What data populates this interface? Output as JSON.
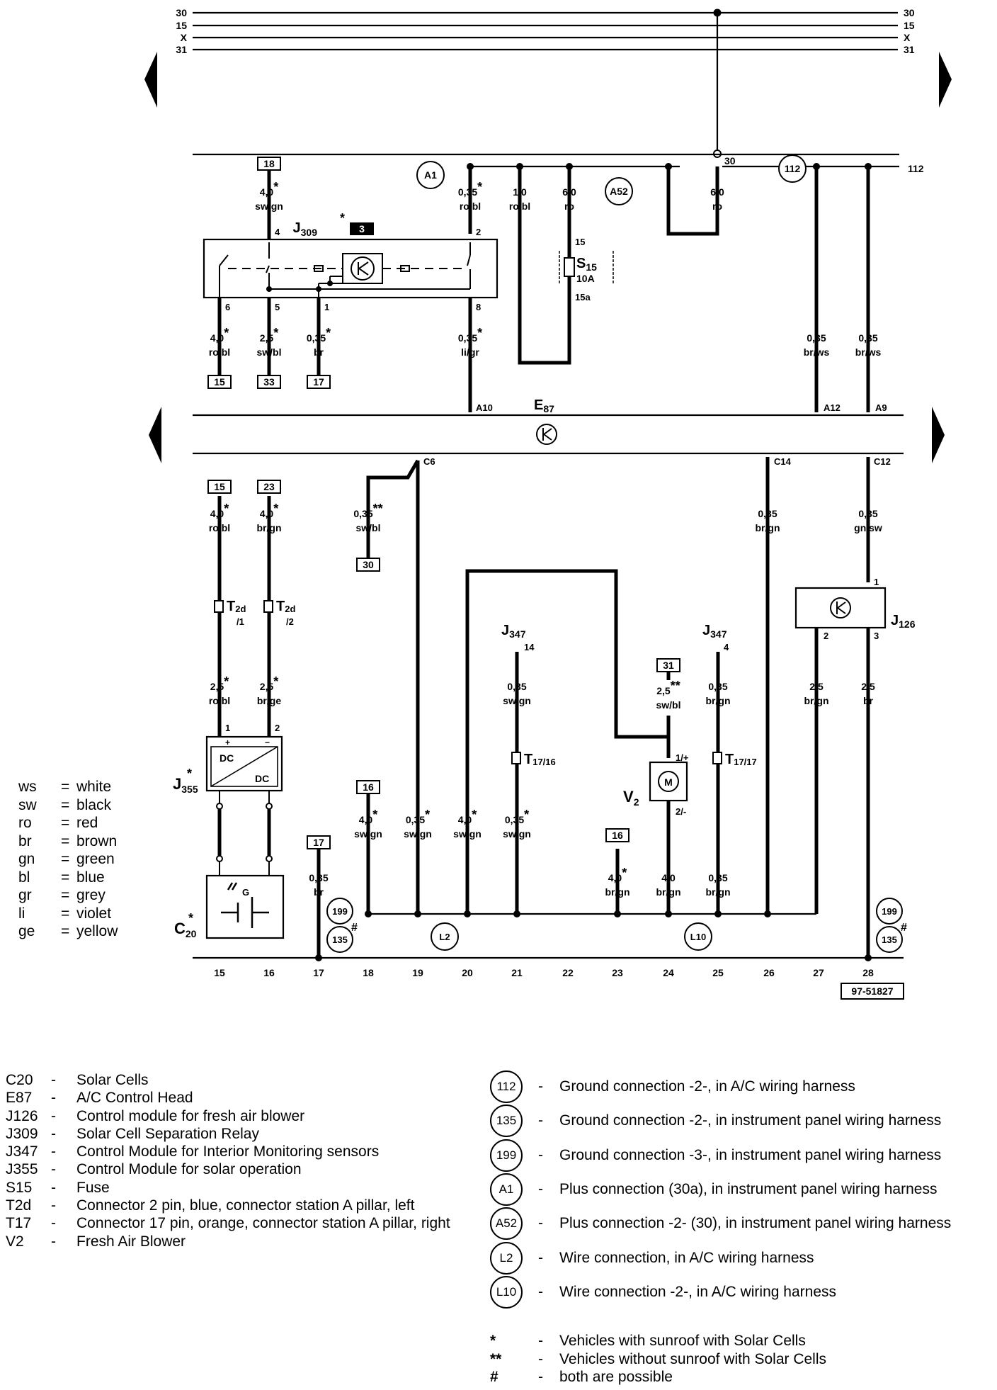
{
  "diagram": {
    "bus_lines": [
      "30",
      "15",
      "X",
      "31"
    ],
    "bus_30_tap": "30",
    "line_112_label": "112",
    "components": {
      "J309": {
        "name": "J",
        "sub": "309",
        "star": "*",
        "badge": "3"
      },
      "S15": {
        "name": "S",
        "sub": "15",
        "rating": "10A",
        "pin_in": "15",
        "pin_out": "15a"
      },
      "E87": {
        "name": "E",
        "sub": "87"
      },
      "J126": {
        "name": "J",
        "sub": "126"
      },
      "J355": {
        "name": "J",
        "sub": "355",
        "star": "*",
        "box_top": "DC",
        "box_bottom": "DC",
        "plus": "+",
        "minus": "−"
      },
      "C20": {
        "name": "C",
        "sub": "20",
        "star": "*",
        "g": "G"
      },
      "V2": {
        "name": "V",
        "sub": "2",
        "motor": "M"
      },
      "J347": {
        "name": "J",
        "sub": "347"
      },
      "T2d": {
        "name": "T",
        "sub": "2d"
      },
      "T17_16": {
        "name": "T",
        "sub": "17/16"
      },
      "T17_17": {
        "name": "T",
        "sub": "17/17"
      }
    },
    "circle_labels": [
      "A1",
      "A52",
      "112",
      "199",
      "135",
      "199",
      "135",
      "L2",
      "L10"
    ],
    "hash_marks": [
      "#",
      "#"
    ],
    "wire_specs": [
      {
        "size": "4,0",
        "star": "*",
        "color": "sw/gn"
      },
      {
        "size": "0,35",
        "star": "*",
        "color": "ro/bl"
      },
      {
        "size": "1,0",
        "star": "",
        "color": "ro/bl"
      },
      {
        "size": "6,0",
        "star": "",
        "color": "ro"
      },
      {
        "size": "6,0",
        "star": "",
        "color": "ro"
      },
      {
        "size": "4,0",
        "star": "*",
        "color": "ro/bl"
      },
      {
        "size": "2,5",
        "star": "*",
        "color": "sw/bl"
      },
      {
        "size": "0,35",
        "star": "*",
        "color": "br"
      },
      {
        "size": "0,35",
        "star": "*",
        "color": "li/gr"
      },
      {
        "size": "0,35",
        "star": "",
        "color": "br/ws"
      },
      {
        "size": "0,35",
        "star": "",
        "color": "br/ws"
      },
      {
        "size": "4,0",
        "star": "*",
        "color": "ro/bl"
      },
      {
        "size": "4,0",
        "star": "*",
        "color": "br/gn"
      },
      {
        "size": "0,35",
        "star": "**",
        "color": "sw/bl"
      },
      {
        "size": "0,35",
        "star": "",
        "color": "br/gn"
      },
      {
        "size": "0,35",
        "star": "",
        "color": "gn/sw"
      },
      {
        "size": "2,5",
        "star": "*",
        "color": "ro/bl"
      },
      {
        "size": "2,5",
        "star": "*",
        "color": "br/ge"
      },
      {
        "size": "0,35",
        "star": "",
        "color": "sw/gn"
      },
      {
        "size": "2,5",
        "star": "**",
        "color": "sw/bl"
      },
      {
        "size": "0,35",
        "star": "",
        "color": "br/gn"
      },
      {
        "size": "2,5",
        "star": "",
        "color": "br/gn"
      },
      {
        "size": "2,5",
        "star": "",
        "color": "br"
      },
      {
        "size": "4,0",
        "star": "*",
        "color": "sw/gn"
      },
      {
        "size": "0,35",
        "star": "*",
        "color": "sw/gn"
      },
      {
        "size": "4,0",
        "star": "*",
        "color": "sw/gn"
      },
      {
        "size": "0,35",
        "star": "*",
        "color": "sw/gn"
      },
      {
        "size": "0,35",
        "star": "",
        "color": "br"
      },
      {
        "size": "4,0",
        "star": "*",
        "color": "br/gn"
      },
      {
        "size": "4,0",
        "star": "",
        "color": "br/gn"
      },
      {
        "size": "0,35",
        "star": "",
        "color": "br/gn"
      }
    ],
    "pins": [
      "4",
      "2",
      "6",
      "5",
      "1",
      "8",
      "A10",
      "A12",
      "A9",
      "C6",
      "C14",
      "C12",
      "1",
      "2",
      "3",
      "/1",
      "/2",
      "1",
      "2",
      "14",
      "4",
      "1/+",
      "2/-"
    ],
    "boxes": [
      "18",
      "15",
      "33",
      "17",
      "15",
      "23",
      "30",
      "31",
      "16",
      "17",
      "16"
    ],
    "columns": [
      "15",
      "16",
      "17",
      "18",
      "19",
      "20",
      "21",
      "22",
      "23",
      "24",
      "25",
      "26",
      "27",
      "28"
    ],
    "ref_code": "97-51827"
  },
  "color_key": [
    {
      "abbr": "ws",
      "meaning": "white"
    },
    {
      "abbr": "sw",
      "meaning": "black"
    },
    {
      "abbr": "ro",
      "meaning": "red"
    },
    {
      "abbr": "br",
      "meaning": "brown"
    },
    {
      "abbr": "gn",
      "meaning": "green"
    },
    {
      "abbr": "bl",
      "meaning": "blue"
    },
    {
      "abbr": "gr",
      "meaning": "grey"
    },
    {
      "abbr": "li",
      "meaning": "violet"
    },
    {
      "abbr": "ge",
      "meaning": "yellow"
    }
  ],
  "component_legend": [
    {
      "code": "C20",
      "desc": "Solar Cells"
    },
    {
      "code": "E87",
      "desc": "A/C Control Head"
    },
    {
      "code": "J126",
      "desc": "Control module for fresh air blower"
    },
    {
      "code": "J309",
      "desc": "Solar Cell Separation Relay"
    },
    {
      "code": "J347",
      "desc": "Control Module for Interior Monitoring sensors"
    },
    {
      "code": "J355",
      "desc": "Control Module for solar operation"
    },
    {
      "code": "S15",
      "desc": "Fuse"
    },
    {
      "code": "T2d",
      "desc": "Connector 2 pin, blue, connector station A pillar, left"
    },
    {
      "code": "T17",
      "desc": "Connector 17 pin, orange, connector station A pillar, right"
    },
    {
      "code": "V2",
      "desc": "Fresh Air Blower"
    }
  ],
  "connection_legend": [
    {
      "symbol": "112",
      "desc": "Ground connection -2-, in A/C wiring harness"
    },
    {
      "symbol": "135",
      "desc": "Ground connection -2-, in instrument panel wiring harness"
    },
    {
      "symbol": "199",
      "desc": "Ground connection -3-, in instrument panel wiring harness"
    },
    {
      "symbol": "A1",
      "desc": "Plus connection (30a), in instrument panel wiring harness"
    },
    {
      "symbol": "A52",
      "desc": "Plus connection -2- (30), in instrument panel wiring harness"
    },
    {
      "symbol": "L2",
      "desc": "Wire connection, in A/C wiring harness"
    },
    {
      "symbol": "L10",
      "desc": "Wire connection -2-, in A/C wiring harness"
    }
  ],
  "notes": [
    {
      "mark": "*",
      "desc": "Vehicles with sunroof with Solar Cells"
    },
    {
      "mark": "**",
      "desc": "Vehicles without sunroof with Solar Cells"
    },
    {
      "mark": "#",
      "desc": "both are possible"
    }
  ]
}
